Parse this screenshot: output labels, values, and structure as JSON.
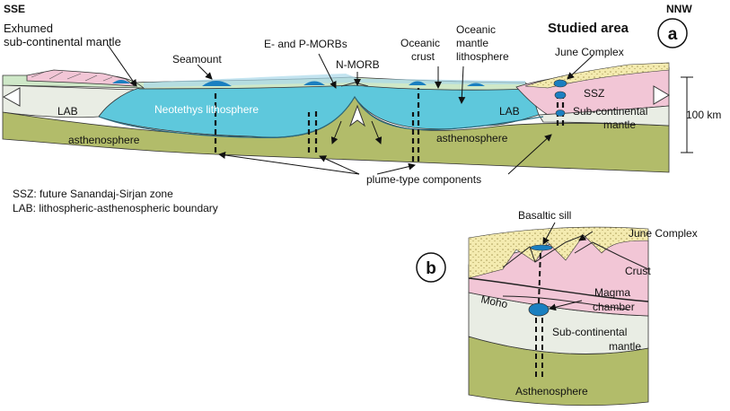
{
  "panel_a": {
    "badge": "a",
    "direction_left": "SSE",
    "direction_right": "NNW",
    "studied_area": "Studied area",
    "labels": {
      "exhumed_line1": "Exhumed",
      "exhumed_line2": "sub-continental mantle",
      "seamount": "Seamount",
      "e_p_morbs": "E- and P-MORBs",
      "n_morb": "N-MORB",
      "oceanic_crust_line1": "Oceanic",
      "oceanic_crust_line2": "crust",
      "oceanic_mantle_line1": "Oceanic",
      "oceanic_mantle_line2": "mantle",
      "oceanic_mantle_line3": "lithosphere",
      "june_complex": "June Complex",
      "ssz": "SSZ",
      "subcont_line1": "Sub-continental",
      "subcont_line2": "mantle",
      "lab_left": "LAB",
      "lab_right": "LAB",
      "neotethys": "Neotethys lithosphere",
      "asthenosphere_left": "asthenosphere",
      "asthenosphere_right": "asthenosphere",
      "plume": "plume-type components",
      "scale": "100 km"
    },
    "legend": {
      "ssz_def": "SSZ: future Sanandaj-Sirjan zone",
      "lab_def": "LAB: lithospheric-asthenospheric boundary"
    }
  },
  "panel_b": {
    "badge": "b",
    "labels": {
      "basaltic_sill": "Basaltic sill",
      "june_complex": "June Complex",
      "crust": "Crust",
      "moho": "Moho",
      "magma_line1": "Magma",
      "magma_line2": "chamber",
      "subcont_line1": "Sub-continental",
      "subcont_line2": "mantle",
      "asthenosphere": "Asthenosphere"
    }
  },
  "colors": {
    "crust_green": "#cfe8c8",
    "lithosphere_cyan": "#5ec8dc",
    "ocean_blue": "#1a7fc0",
    "asthenosphere_olive": "#b2bc6a",
    "mantle_grey": "#e9ede4",
    "continental_pink": "#f2c6d6",
    "june_yellow": "#f4ebb0"
  }
}
